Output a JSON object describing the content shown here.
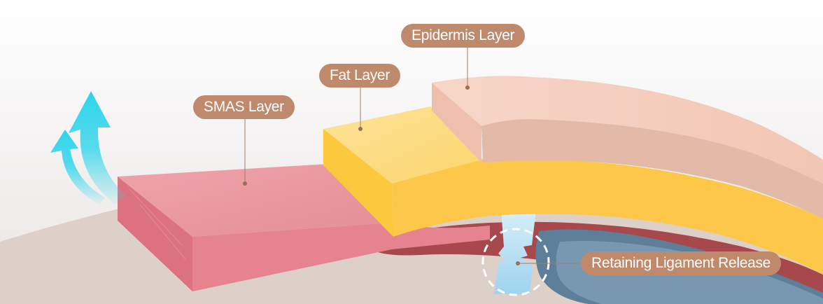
{
  "labels": {
    "smas": "SMAS Layer",
    "fat": "Fat Layer",
    "epidermis": "Epidermis Layer",
    "ligament": "Retaining Ligament Release"
  },
  "colors": {
    "label_bg": "#bf8a6c",
    "label_text": "#ffffff",
    "smas": "#e99aa2",
    "fat": "#fdd36a",
    "epidermis": "#f4cbbb",
    "arrow": "#2ed4ec",
    "background": "#ffffff",
    "base": "#ddd0c9"
  }
}
